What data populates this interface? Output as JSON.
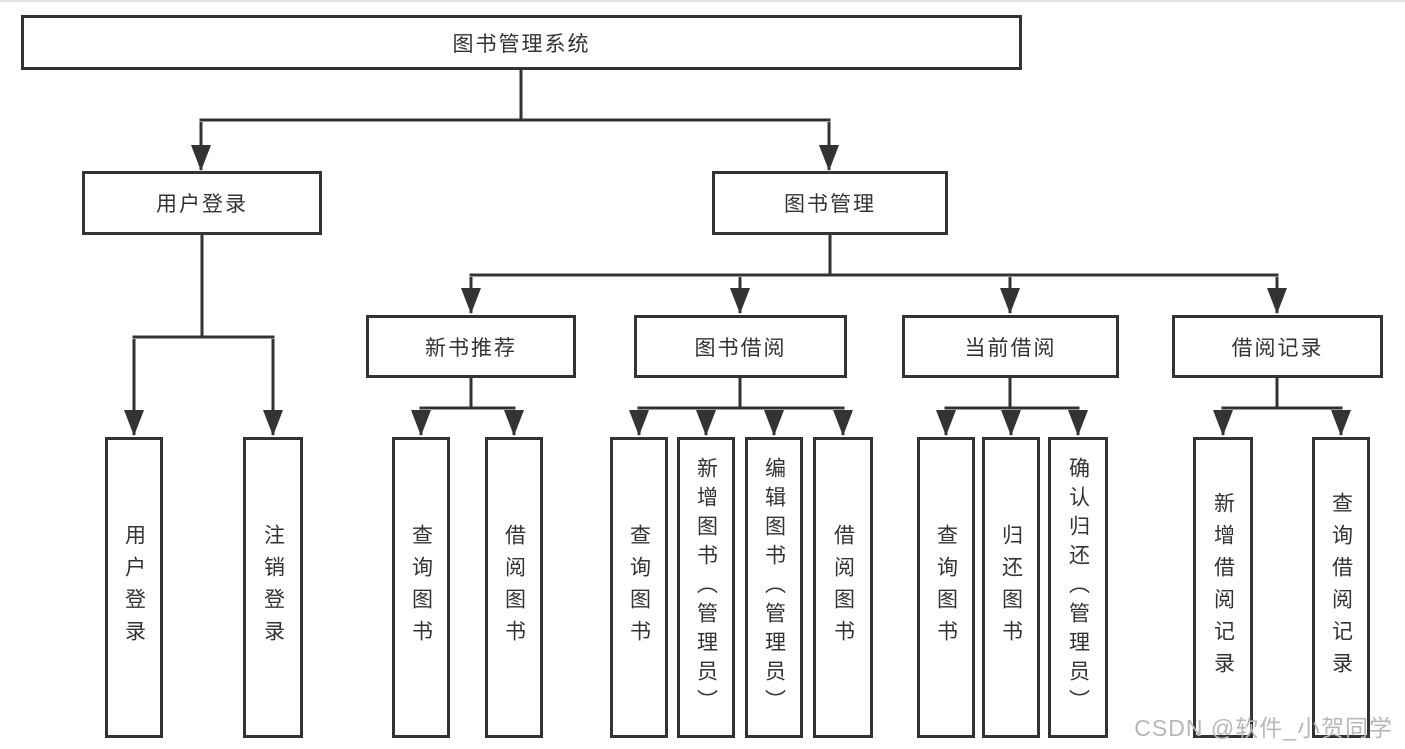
{
  "diagram": {
    "title": "图书管理系统",
    "type": "hierarchy-tree",
    "tree": {
      "label": "图书管理系统",
      "children": [
        {
          "label": "用户登录",
          "children": [
            {
              "label": "用户登录"
            },
            {
              "label": "注销登录"
            }
          ]
        },
        {
          "label": "图书管理",
          "children": [
            {
              "label": "新书推荐",
              "children": [
                {
                  "label": "查询图书"
                },
                {
                  "label": "借阅图书"
                }
              ]
            },
            {
              "label": "图书借阅",
              "children": [
                {
                  "label": "查询图书"
                },
                {
                  "label": "新增图书（管理员）"
                },
                {
                  "label": "编辑图书（管理员）"
                },
                {
                  "label": "借阅图书"
                }
              ]
            },
            {
              "label": "当前借阅",
              "children": [
                {
                  "label": "查询图书"
                },
                {
                  "label": "归还图书"
                },
                {
                  "label": "确认归还（管理员）"
                }
              ]
            },
            {
              "label": "借阅记录",
              "children": [
                {
                  "label": "新增借阅记录"
                },
                {
                  "label": "查询借阅记录"
                }
              ]
            }
          ]
        }
      ]
    },
    "colors": {
      "line": "#333333",
      "box_border": "#333333",
      "text": "#333333",
      "background": "#ffffff"
    }
  },
  "watermark": {
    "text": "CSDN @软件_小贺同学",
    "color": "#b7b7b7"
  }
}
